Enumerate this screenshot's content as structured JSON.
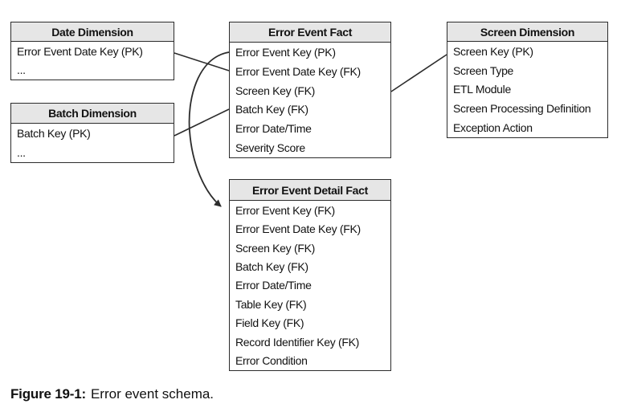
{
  "colors": {
    "background": "#ffffff",
    "box_border": "#2c2c2c",
    "header_fill": "#e6e6e6",
    "text": "#111111",
    "connector": "#2c2c2c"
  },
  "entities": {
    "date": {
      "title": "Date Dimension",
      "fields": [
        "Error Event Date Key (PK)",
        "..."
      ]
    },
    "batch": {
      "title": "Batch Dimension",
      "fields": [
        "Batch Key (PK)",
        "..."
      ]
    },
    "fact": {
      "title": "Error Event Fact",
      "fields": [
        "Error Event Key (PK)",
        "Error Event Date Key (FK)",
        "Screen Key (FK)",
        "Batch Key (FK)",
        "Error Date/Time",
        "Severity Score"
      ]
    },
    "screen": {
      "title": "Screen Dimension",
      "fields": [
        "Screen Key (PK)",
        "Screen Type",
        "ETL Module",
        "Screen Processing Definition",
        "Exception Action"
      ]
    },
    "detail": {
      "title": "Error Event Detail Fact",
      "fields": [
        "Error Event Key (FK)",
        "Error Event Date Key (FK)",
        "Screen Key (FK)",
        "Batch Key (FK)",
        "Error Date/Time",
        "Table Key (FK)",
        "Field Key (FK)",
        "Record Identifier Key (FK)",
        "Error Condition"
      ]
    }
  },
  "connections": [
    {
      "from": "Date Dimension",
      "to": "Error Event Fact",
      "style": "line"
    },
    {
      "from": "Batch Dimension",
      "to": "Error Event Fact",
      "style": "line"
    },
    {
      "from": "Error Event Fact",
      "to": "Screen Dimension",
      "style": "line"
    },
    {
      "from": "Error Event Fact",
      "to": "Error Event Detail Fact",
      "style": "curved-arrow"
    }
  ],
  "caption": {
    "label": "Figure 19-1:",
    "text": "Error event schema."
  }
}
